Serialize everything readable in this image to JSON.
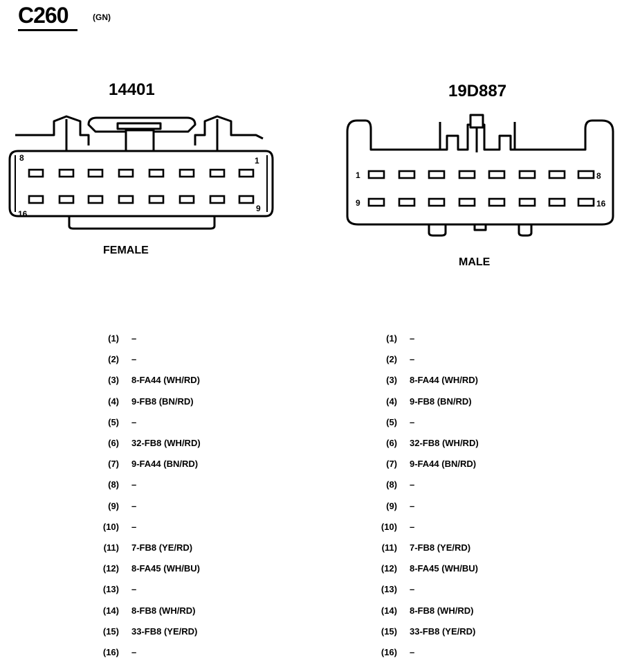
{
  "connector": {
    "id": "C260",
    "color_code": "(GN)"
  },
  "left_connector": {
    "part_number": "14401",
    "gender": "FEMALE",
    "corner_labels": {
      "top_left": "8",
      "top_right": "1",
      "bottom_left": "16",
      "bottom_right": "9"
    }
  },
  "right_connector": {
    "part_number": "19D887",
    "gender": "MALE",
    "corner_labels": {
      "top_left": "1",
      "top_right": "8",
      "bottom_left": "9",
      "bottom_right": "16"
    }
  },
  "pinout_left": [
    {
      "pin": "(1)",
      "circuit": "–"
    },
    {
      "pin": "(2)",
      "circuit": "–"
    },
    {
      "pin": "(3)",
      "circuit": "8-FA44 (WH/RD)"
    },
    {
      "pin": "(4)",
      "circuit": "9-FB8 (BN/RD)"
    },
    {
      "pin": "(5)",
      "circuit": "–"
    },
    {
      "pin": "(6)",
      "circuit": "32-FB8 (WH/RD)"
    },
    {
      "pin": "(7)",
      "circuit": "9-FA44 (BN/RD)"
    },
    {
      "pin": "(8)",
      "circuit": "–"
    },
    {
      "pin": "(9)",
      "circuit": "–"
    },
    {
      "pin": "(10)",
      "circuit": "–"
    },
    {
      "pin": "(11)",
      "circuit": "7-FB8 (YE/RD)"
    },
    {
      "pin": "(12)",
      "circuit": "8-FA45 (WH/BU)"
    },
    {
      "pin": "(13)",
      "circuit": "–"
    },
    {
      "pin": "(14)",
      "circuit": "8-FB8 (WH/RD)"
    },
    {
      "pin": "(15)",
      "circuit": "33-FB8 (YE/RD)"
    },
    {
      "pin": "(16)",
      "circuit": "–"
    }
  ],
  "pinout_right": [
    {
      "pin": "(1)",
      "circuit": "–"
    },
    {
      "pin": "(2)",
      "circuit": "–"
    },
    {
      "pin": "(3)",
      "circuit": "8-FA44 (WH/RD)"
    },
    {
      "pin": "(4)",
      "circuit": "9-FB8 (BN/RD)"
    },
    {
      "pin": "(5)",
      "circuit": "–"
    },
    {
      "pin": "(6)",
      "circuit": "32-FB8 (WH/RD)"
    },
    {
      "pin": "(7)",
      "circuit": "9-FA44 (BN/RD)"
    },
    {
      "pin": "(8)",
      "circuit": "–"
    },
    {
      "pin": "(9)",
      "circuit": "–"
    },
    {
      "pin": "(10)",
      "circuit": "–"
    },
    {
      "pin": "(11)",
      "circuit": "7-FB8 (YE/RD)"
    },
    {
      "pin": "(12)",
      "circuit": "8-FA45 (WH/BU)"
    },
    {
      "pin": "(13)",
      "circuit": "–"
    },
    {
      "pin": "(14)",
      "circuit": "8-FB8 (WH/RD)"
    },
    {
      "pin": "(15)",
      "circuit": "33-FB8 (YE/RD)"
    },
    {
      "pin": "(16)",
      "circuit": "–"
    }
  ]
}
